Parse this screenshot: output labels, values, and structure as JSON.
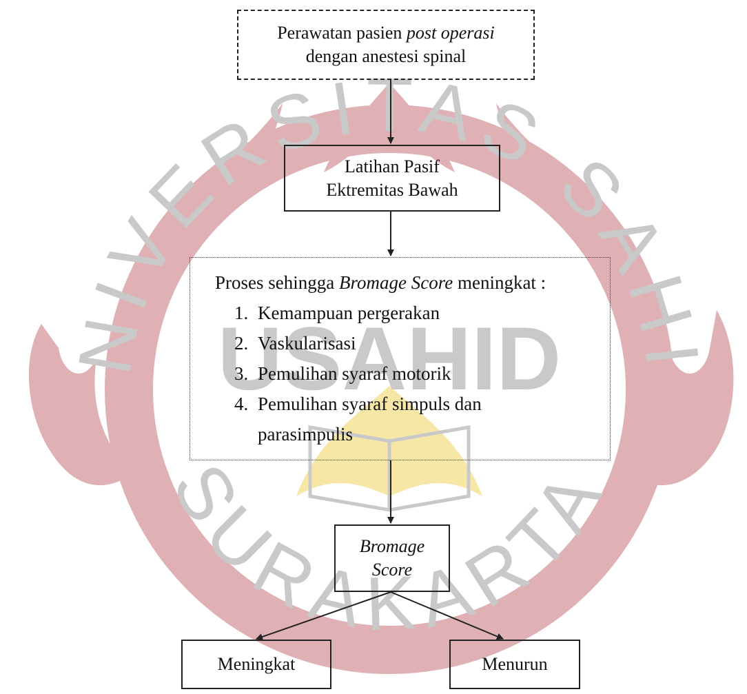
{
  "watermark": {
    "arc_top_text": "UNIVERSITAS SAHID",
    "center_text": "USAHID",
    "arc_bottom_text": "SURAKARTA",
    "colors": {
      "red": "#dfb0b4",
      "yellow": "#f6e7a6",
      "gray": "#c9c9c9"
    }
  },
  "flowchart": {
    "start": {
      "text_before": "Perawatan pasien ",
      "text_italic": "post operasi",
      "line2": "dengan anestesi spinal"
    },
    "latihan": {
      "line1": "Latihan Pasif",
      "line2": "Ektremitas Bawah"
    },
    "proses": {
      "title_before": "Proses sehingga ",
      "title_italic": "Bromage Score",
      "title_after": " meningkat :",
      "items": [
        {
          "num": "1.",
          "text": "Kemampuan pergerakan"
        },
        {
          "num": "2.",
          "text": "Vaskularisasi"
        },
        {
          "num": "3.",
          "text": "Pemulihan syaraf motorik"
        },
        {
          "num": "4.",
          "text": "Pemulihan syaraf simpuls dan"
        }
      ],
      "continuation": "parasimpulis"
    },
    "bromage": {
      "line1": "Bromage",
      "line2": "Score"
    },
    "outcomes": {
      "left": "Meningkat",
      "right": "Menurun"
    }
  },
  "colors": {
    "line": "#222222"
  }
}
